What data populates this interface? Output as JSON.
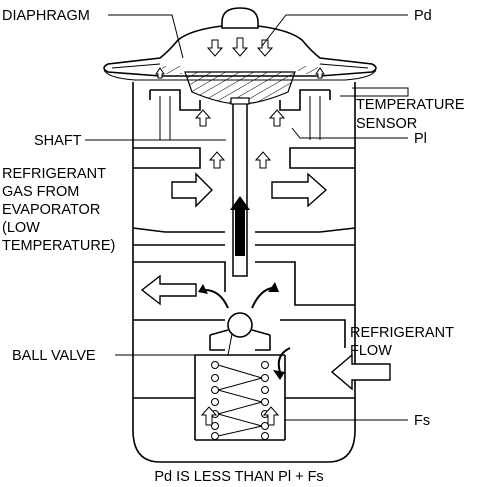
{
  "labels": {
    "diaphragm": "DIAPHRAGM",
    "pd": "Pd",
    "temperature_sensor_1": "TEMPERATURE",
    "temperature_sensor_2": "SENSOR",
    "shaft": "SHAFT",
    "pl": "Pl",
    "refrigerant_gas_1": "REFRIGERANT",
    "refrigerant_gas_2": "GAS FROM",
    "refrigerant_gas_3": "EVAPORATOR",
    "refrigerant_gas_4": "(LOW",
    "refrigerant_gas_5": "TEMPERATURE)",
    "refrigerant_flow_1": "REFRIGERANT",
    "refrigerant_flow_2": "FLOW",
    "ball_valve": "BALL VALVE",
    "fs": "Fs"
  },
  "caption": "Pd IS LESS THAN Pl + Fs"
}
